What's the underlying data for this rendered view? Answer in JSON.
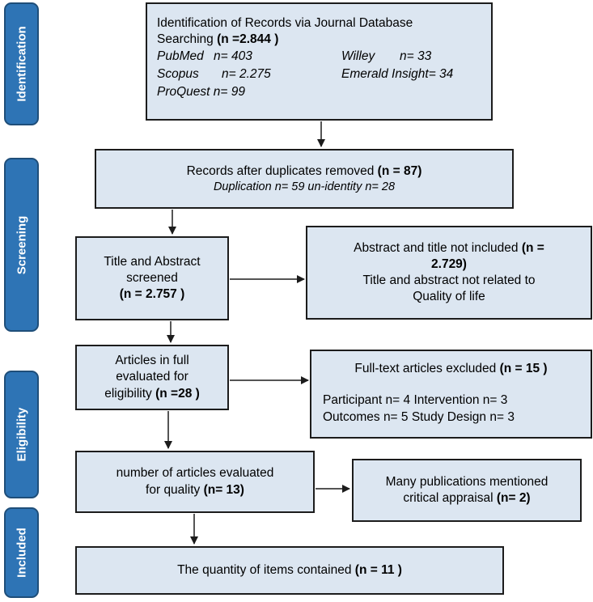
{
  "phases": {
    "identification": "Identification",
    "screening": "Screening",
    "eligibility": "Eligibility",
    "included": "Included"
  },
  "identification_box": {
    "line1": "Identification of Records via Journal Database",
    "line2_prefix": "Searching  ",
    "line2_count": "(n =2.844 )",
    "sources": [
      {
        "name": "PubMed",
        "count": "n= 403"
      },
      {
        "name": "Willey",
        "count": "n= 33"
      },
      {
        "name": "Scopus",
        "count": "n= 2.275"
      },
      {
        "name": "Emerald Insight",
        "count": "= 34"
      },
      {
        "name": "ProQuest",
        "count": "n= 99"
      }
    ]
  },
  "duplicates_box": {
    "text": "Records after duplicates removed ",
    "count": "(n = 87)",
    "detail": "Duplication n= 59   un-identity n= 28"
  },
  "screened_box": {
    "line1": "Title and Abstract",
    "line2": "screened",
    "count": "(n = 2.757 )"
  },
  "not_included_box": {
    "text": "Abstract and title not included ",
    "count_part1": "(n =",
    "count_part2": "2.729)",
    "reason_line1": "Title and abstract not related to",
    "reason_line2": "Quality of life"
  },
  "full_text_box": {
    "line1": "Articles in full",
    "line2": "evaluated for",
    "line3_prefix": "eligibility ",
    "count": "(n =28 )"
  },
  "excluded_box": {
    "text": "Full-text articles excluded ",
    "count": "(n = 15 )",
    "reasons_line1": "Participant n= 4   Intervention n= 3",
    "reasons_line2": "Outcomes n= 5  Study Design n= 3"
  },
  "quality_box": {
    "line1": "number of articles evaluated",
    "line2_prefix": "for quality ",
    "count": "(n= 13)"
  },
  "appraisal_box": {
    "line1": "Many publications mentioned",
    "line2_prefix": "critical appraisal ",
    "count": "(n= 2)"
  },
  "included_box": {
    "text": "The quantity of items contained  ",
    "count": "(n = 11  )"
  },
  "colors": {
    "phase_fill": "#2e74b5",
    "box_fill": "#dce6f1",
    "line": "#1c1c1c"
  }
}
